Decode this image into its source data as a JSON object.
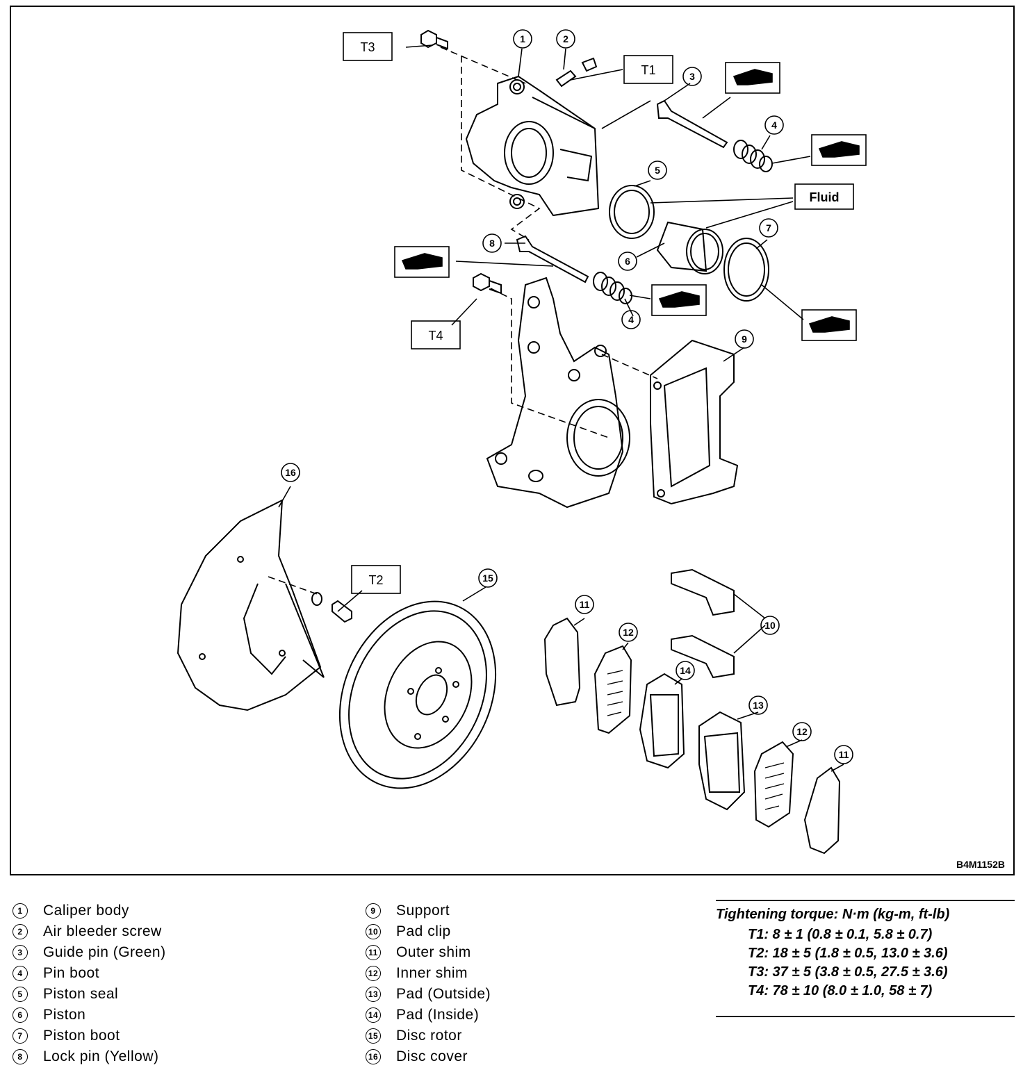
{
  "figure": {
    "id": "B4M1152B",
    "callouts": {
      "torque_labels": [
        "T1",
        "T2",
        "T3",
        "T4"
      ],
      "fluid_label": "Fluid"
    }
  },
  "legend_left": [
    {
      "n": "1",
      "label": "Caliper body"
    },
    {
      "n": "2",
      "label": "Air bleeder screw"
    },
    {
      "n": "3",
      "label": "Guide pin (Green)"
    },
    {
      "n": "4",
      "label": "Pin boot"
    },
    {
      "n": "5",
      "label": "Piston seal"
    },
    {
      "n": "6",
      "label": "Piston"
    },
    {
      "n": "7",
      "label": "Piston boot"
    },
    {
      "n": "8",
      "label": "Lock pin (Yellow)"
    }
  ],
  "legend_right": [
    {
      "n": "9",
      "label": "Support"
    },
    {
      "n": "10",
      "label": "Pad clip"
    },
    {
      "n": "11",
      "label": "Outer shim"
    },
    {
      "n": "12",
      "label": "Inner shim"
    },
    {
      "n": "13",
      "label": "Pad (Outside)"
    },
    {
      "n": "14",
      "label": "Pad (Inside)"
    },
    {
      "n": "15",
      "label": "Disc rotor"
    },
    {
      "n": "16",
      "label": "Disc cover"
    }
  ],
  "torque": {
    "title": "Tightening torque: N·m (kg-m, ft-lb)",
    "rows": [
      "T1: 8 ± 1 (0.8 ± 0.1, 5.8 ± 0.7)",
      "T2: 18 ± 5 (1.8 ± 0.5, 13.0 ± 3.6)",
      "T3: 37 ± 5 (3.8 ± 0.5, 27.5 ± 3.6)",
      "T4: 78 ± 10 (8.0 ± 1.0, 58 ± 7)"
    ]
  }
}
